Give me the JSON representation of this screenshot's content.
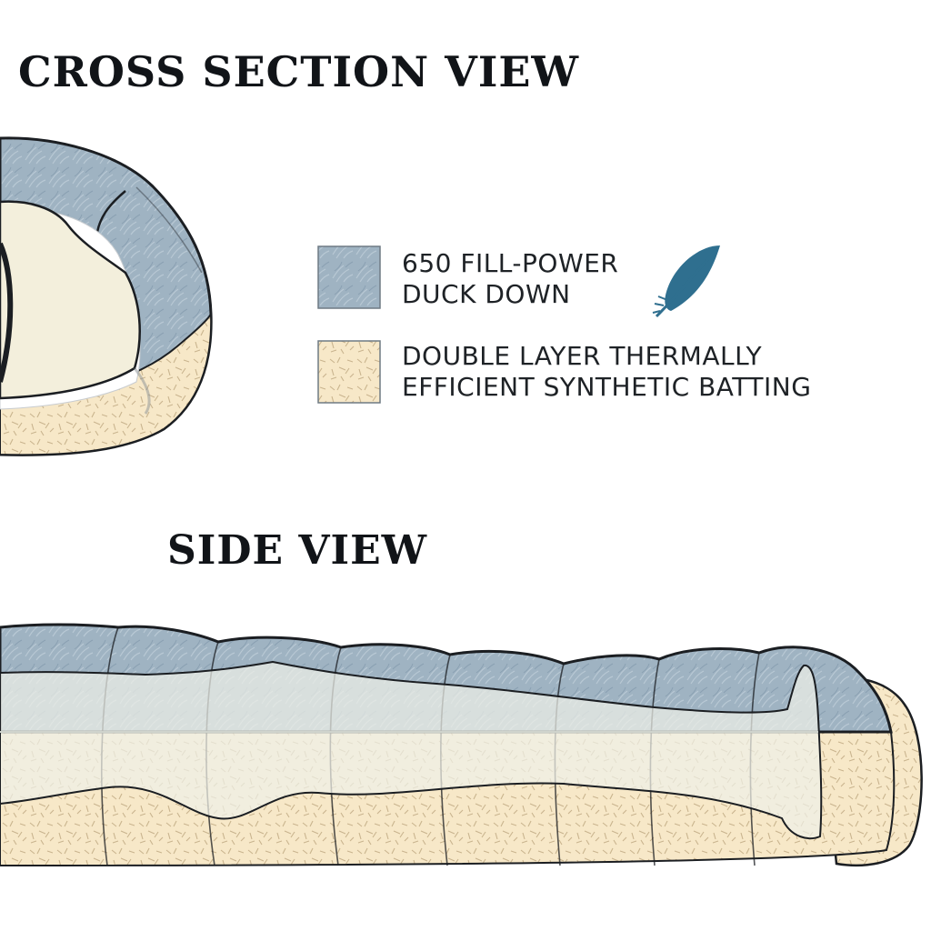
{
  "titles": {
    "cross_section": "CROSS SECTION VIEW",
    "side": "SIDE VIEW"
  },
  "legend": {
    "down": {
      "line1": "650 FILL-POWER",
      "line2": "DUCK DOWN",
      "icon": "feather-icon"
    },
    "synthetic": {
      "line1": "DOUBLE LAYER THERMALLY",
      "line2": "EFFICIENT SYNTHETIC BATTING"
    }
  },
  "colors": {
    "down": "#9fb3c2",
    "down_dark": "#7f96a8",
    "synthetic": "#f7e8c8",
    "synthetic_fleck": "#c9b48e",
    "liner": "#f3efdc",
    "outline": "#1b1e22",
    "feather": "#2f6f8f"
  }
}
